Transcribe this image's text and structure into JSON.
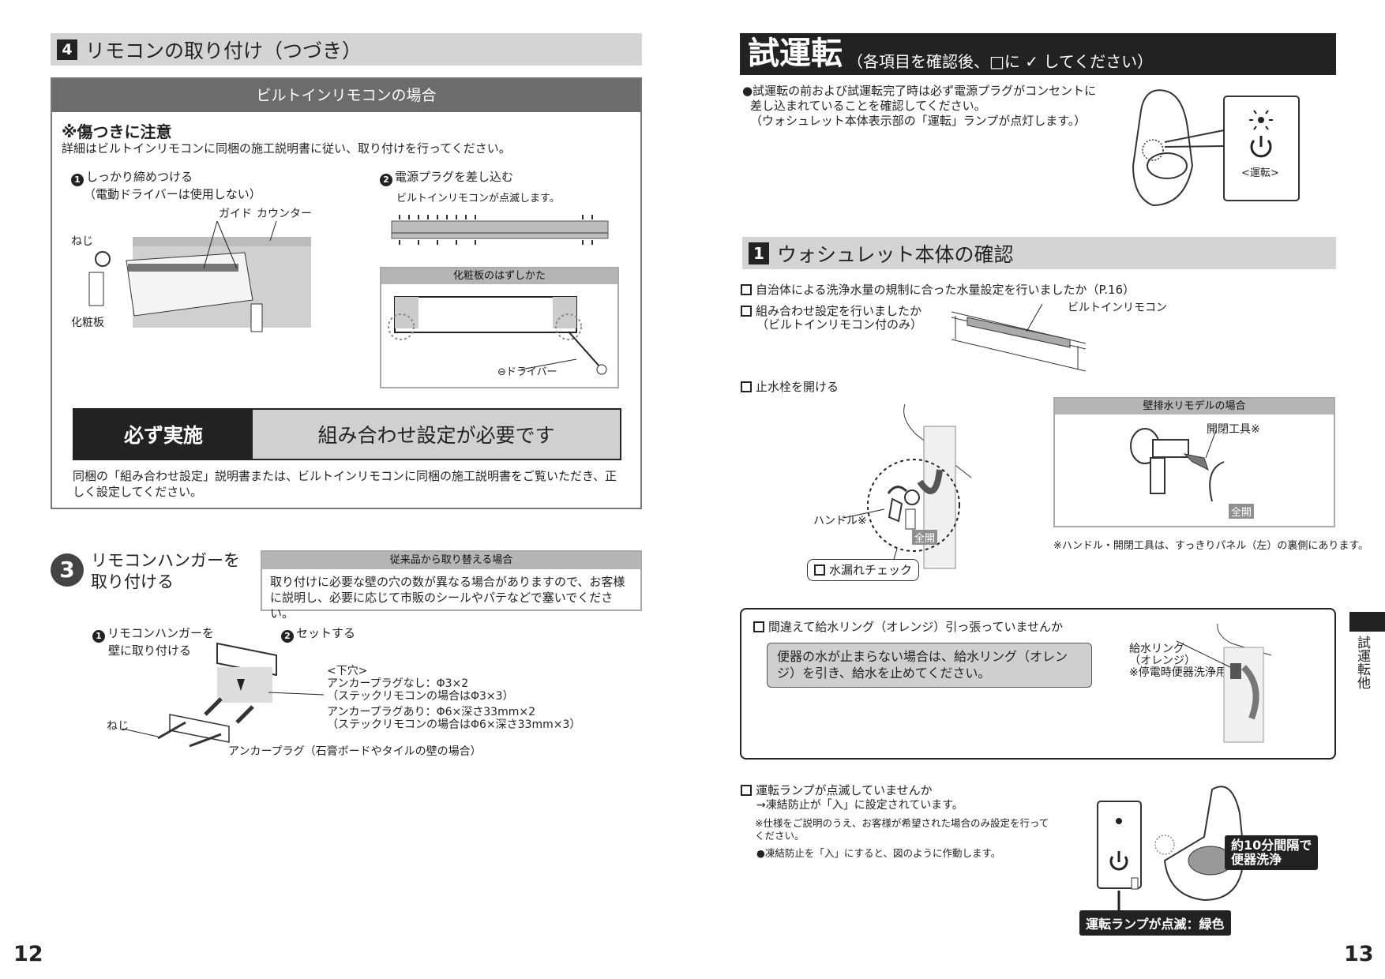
{
  "left": {
    "section_num": "4",
    "section_title": "リモコンの取り付け（つづき）",
    "panel_title": "ビルトインリモコンの場合",
    "caution_title": "※傷つきに注意",
    "caution_text": "詳細はビルトインリモコンに同梱の施工説明書に従い、取り付けを行ってください。",
    "step1_num": "1",
    "step1_line1": "しっかり締めつける",
    "step1_line2": "（電動ドライバーは使用しない）",
    "label_guide": "ガイド",
    "label_counter": "カウンター",
    "label_screw": "ねじ",
    "label_panel": "化粧板",
    "step2_num": "2",
    "step2_title": "電源プラグを差し込む",
    "step2_text": "ビルトインリモコンが点滅します。",
    "removal_title": "化粧板のはずしかた",
    "label_driver": "⊖ドライバー",
    "must_label": "必ず実施",
    "must_text": "組み合わせ設定が必要です",
    "must_note": "同梱の「組み合わせ設定」説明書または、ビルトインリモコンに同梱の施工説明書をご覧いただき、正しく設定してください。",
    "sec3_num": "3",
    "sec3_line1": "リモコンハンガーを",
    "sec3_line2": "取り付ける",
    "replace_title": "従来品から取り替える場合",
    "replace_text": "取り付けに必要な壁の穴の数が異なる場合がありますので、お客様に説明し、必要に応じて市販のシールやパテなどで塞いでください。",
    "h_step1_num": "1",
    "h_step1_line1": "リモコンハンガーを",
    "h_step1_line2": "壁に取り付ける",
    "h_step2_num": "2",
    "h_step2_title": "セットする",
    "hole_title": "<下穴>",
    "hole_l1": "アンカープラグなし：Φ3×2",
    "hole_l2": "（ステックリモコンの場合はΦ3×3）",
    "hole_l3": "アンカープラグあり：Φ6×深さ33mm×2",
    "hole_l4": "（ステックリモコンの場合はΦ6×深さ33mm×3）",
    "h_label_screw": "ねじ",
    "h_label_anchor": "アンカープラグ（石膏ボードやタイルの壁の場合）",
    "page_num": "12"
  },
  "right": {
    "title": "試運転",
    "title_sub": "（各項目を確認後、□に ✓ してください）",
    "intro_l1": "●試運転の前および試運転完了時は必ず電源プラグがコンセントに",
    "intro_l2": "差し込まれていることを確認してください。",
    "intro_l3": "（ウォシュレット本体表示部の「運転」ランプが点灯します。）",
    "lamp_label": "<運転>",
    "sec1_num": "1",
    "sec1_title": "ウォシュレット本体の確認",
    "check1": "自治体による洗浄水量の規制に合った水量設定を行いましたか（P.16）",
    "check2_l1": "組み合わせ設定を行いましたか",
    "check2_l2": "（ビルトインリモコン付のみ）",
    "label_builtin": "ビルトインリモコン",
    "check3": "止水栓を開ける",
    "label_handle": "ハンドル※",
    "label_fullopen": "全開",
    "leak_check": "水漏れチェック",
    "wall_title": "壁排水リモデルの場合",
    "label_tool": "開閉工具※",
    "label_fullopen2": "全開",
    "wall_note": "※ハンドル・開閉工具は、すっきりパネル（左）の裏側にあります。",
    "check4": "間違えて給水リング（オレンジ）引っ張っていませんか",
    "ring_note": "便器の水が止まらない場合は、給水リング（オレンジ）を引き、給水を止めてください。",
    "ring_l1": "給水リング",
    "ring_l2": "（オレンジ）",
    "ring_l3": "※停電時便器洗浄用",
    "check5": "運転ランプが点滅していませんか",
    "check5_arrow": "→凍結防止が「入」に設定されています。",
    "check5_note1": "※仕様をご説明のうえ、お客様が希望された場合のみ設定を行ってください。",
    "check5_note2": "●凍結防止を「入」にすると、図のように作動します。",
    "callout_flush_l1": "約10分間隔で",
    "callout_flush_l2": "便器洗浄",
    "callout_lamp": "運転ランプが点滅：緑色",
    "side_tab": "試運転他",
    "page_num": "13"
  }
}
